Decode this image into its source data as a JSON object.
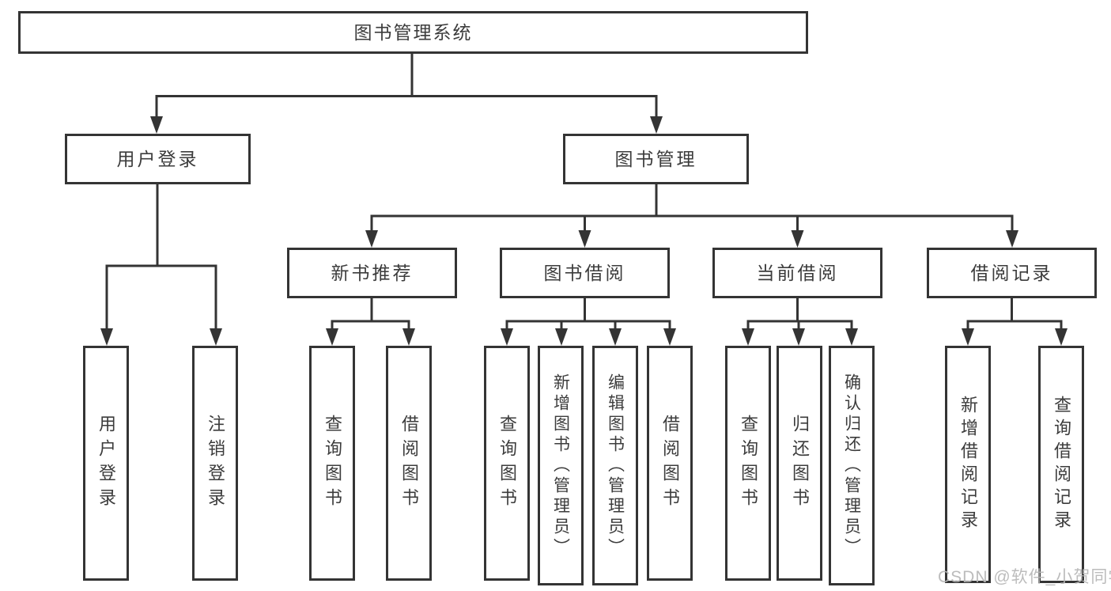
{
  "tree": {
    "label": "图书管理系统",
    "children": [
      {
        "label": "用户登录",
        "children": [
          {
            "label": "用户登录"
          },
          {
            "label": "注销登录"
          }
        ]
      },
      {
        "label": "图书管理",
        "children": [
          {
            "label": "新书推荐",
            "children": [
              {
                "label": "查询图书"
              },
              {
                "label": "借阅图书"
              }
            ]
          },
          {
            "label": "图书借阅",
            "children": [
              {
                "label": "查询图书"
              },
              {
                "label": "新增图书（管理员）"
              },
              {
                "label": "编辑图书（管理员）"
              },
              {
                "label": "借阅图书"
              }
            ]
          },
          {
            "label": "当前借阅",
            "children": [
              {
                "label": "查询图书"
              },
              {
                "label": "归还图书"
              },
              {
                "label": "确认归还（管理员）"
              }
            ]
          },
          {
            "label": "借阅记录",
            "children": [
              {
                "label": "新增借阅记录"
              },
              {
                "label": "查询借阅记录"
              }
            ]
          }
        ]
      }
    ]
  },
  "watermark": {
    "text": "CSDN @软件_小贺同学"
  },
  "colors": {
    "line": "#343434",
    "text": "#3c3c3c",
    "watermark": "#b6b6b6",
    "background": "#ffffff"
  }
}
